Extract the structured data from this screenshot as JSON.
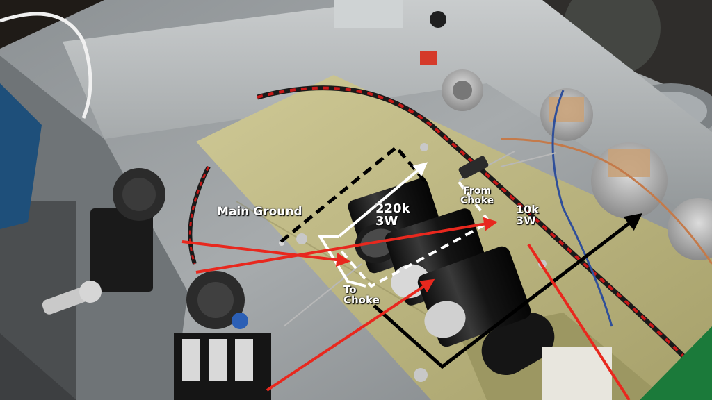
{
  "annotations": {
    "main_ground": "Main Ground",
    "resistor_220k": "220k\n3W",
    "resistor_10k": "10k\n3W",
    "from_choke": "From\nChoke",
    "to_choke": "To\nChoke"
  },
  "colors": {
    "arrow_red": "#e8281e",
    "outline_white": "#ffffff",
    "outline_black": "#000000",
    "board": "#b8b27c",
    "chassis": "#9a9ea0"
  }
}
